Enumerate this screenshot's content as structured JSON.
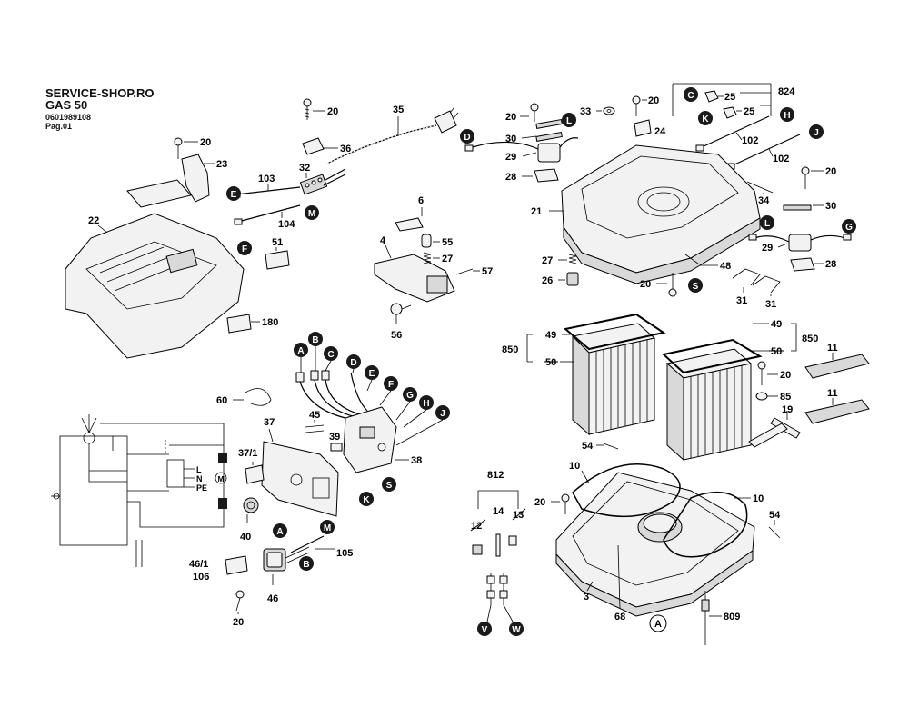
{
  "header": {
    "shop": "SERVICE-SHOP.RO",
    "model": "GAS 50",
    "part_number": "0601989108",
    "page": "Pag.01"
  },
  "callouts": {
    "c20a": "20",
    "c35": "35",
    "c20b": "20",
    "c36": "36",
    "c23": "23",
    "c32": "32",
    "c103": "103",
    "c104": "104",
    "c22": "22",
    "c51": "51",
    "c180": "180",
    "c6": "6",
    "c4": "4",
    "c55": "55",
    "c27a": "27",
    "c57": "57",
    "c56": "56",
    "c20c": "20",
    "c30a": "30",
    "c29a": "29",
    "c28a": "28",
    "c33": "33",
    "c20d": "20",
    "c24": "24",
    "c25a": "25",
    "c25b": "25",
    "c824": "824",
    "c102a": "102",
    "c102b": "102",
    "c21": "21",
    "c34": "34",
    "c20e": "20",
    "c30b": "30",
    "c29b": "29",
    "c28b": "28",
    "c27b": "27",
    "c26": "26",
    "c20f": "20",
    "c48": "48",
    "c31a": "31",
    "c31b": "31",
    "c850a": "850",
    "c49a": "49",
    "c50a": "50",
    "c49b": "49",
    "c850b": "850",
    "c50b": "50",
    "c11a": "11",
    "c20g": "20",
    "c85": "85",
    "c11b": "11",
    "c19": "19",
    "c60": "60",
    "c45": "45",
    "c37": "37",
    "c39": "39",
    "c37_1": "37/1",
    "c38": "38",
    "c40": "40",
    "c105": "105",
    "c46_1": "46/1",
    "c106": "106",
    "c46": "46",
    "c20h": "20",
    "c54a": "54",
    "c812": "812",
    "c10a": "10",
    "c14": "14",
    "c12": "12",
    "c13": "13",
    "c20i": "20",
    "c10b": "10",
    "c54b": "54",
    "c3": "3",
    "c68": "68",
    "c809": "809"
  },
  "wire_markers": {
    "A": "A",
    "B": "B",
    "C": "C",
    "D": "D",
    "E": "E",
    "F": "F",
    "G": "G",
    "H": "H",
    "J": "J",
    "K": "K",
    "L": "L",
    "M": "M",
    "S": "S",
    "V": "V",
    "W": "W"
  },
  "schematic": {
    "labels": {
      "L": "L",
      "N": "N",
      "PE": "PE",
      "motor": "M"
    }
  },
  "colors": {
    "ink": "#000000",
    "paper": "#ffffff",
    "marker_fill": "#1a1a1a",
    "part_fill": "#f2f2f2"
  }
}
